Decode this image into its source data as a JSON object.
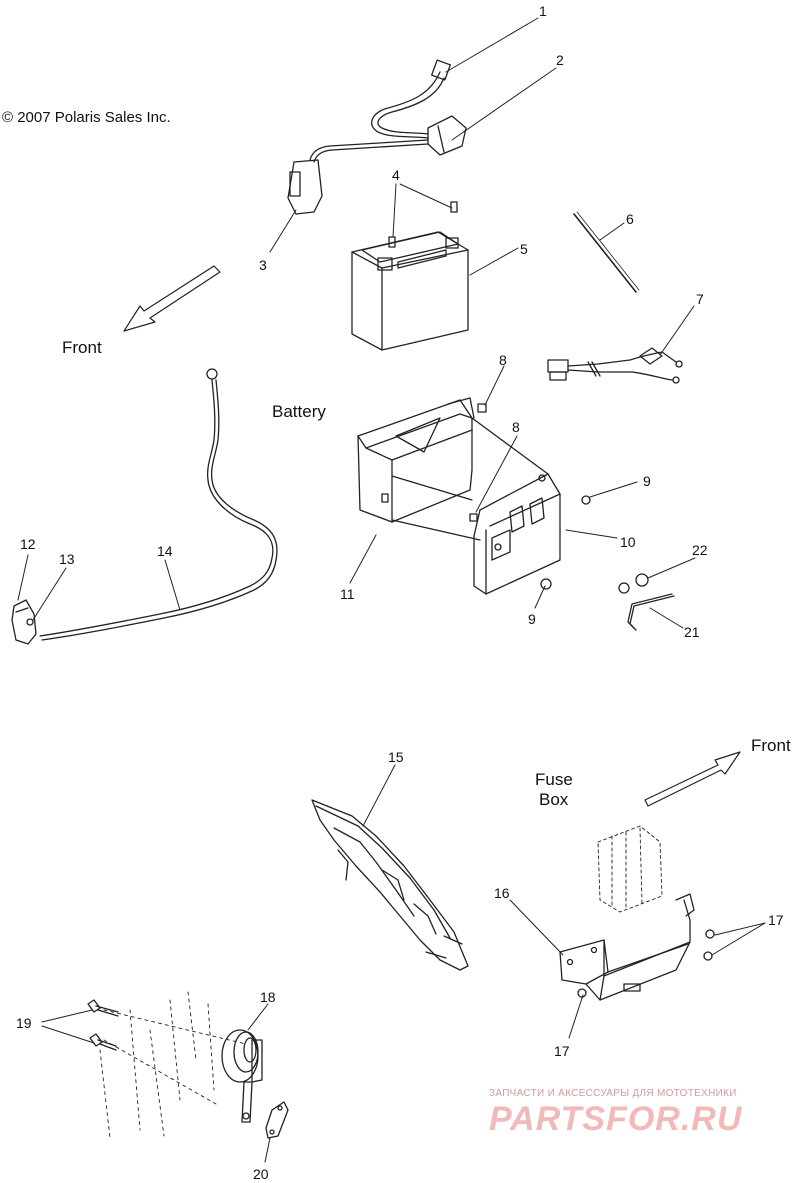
{
  "copyright": "© 2007 Polaris Sales Inc.",
  "labels": {
    "front_top": "Front",
    "front_bottom": "Front",
    "battery": "Battery",
    "fuse_line1": "Fuse",
    "fuse_line2": "Box"
  },
  "callouts": [
    "1",
    "2",
    "3",
    "4",
    "5",
    "6",
    "7",
    "8",
    "8",
    "9",
    "10",
    "11",
    "9",
    "12",
    "13",
    "14",
    "22",
    "21",
    "15",
    "16",
    "17",
    "17",
    "18",
    "19",
    "20"
  ],
  "watermark": {
    "tagline": "ЗАПЧАСТИ И АКСЕССУАРЫ ДЛЯ МОТОТЕХНИКИ",
    "logo": "PARTSFOR.RU"
  }
}
